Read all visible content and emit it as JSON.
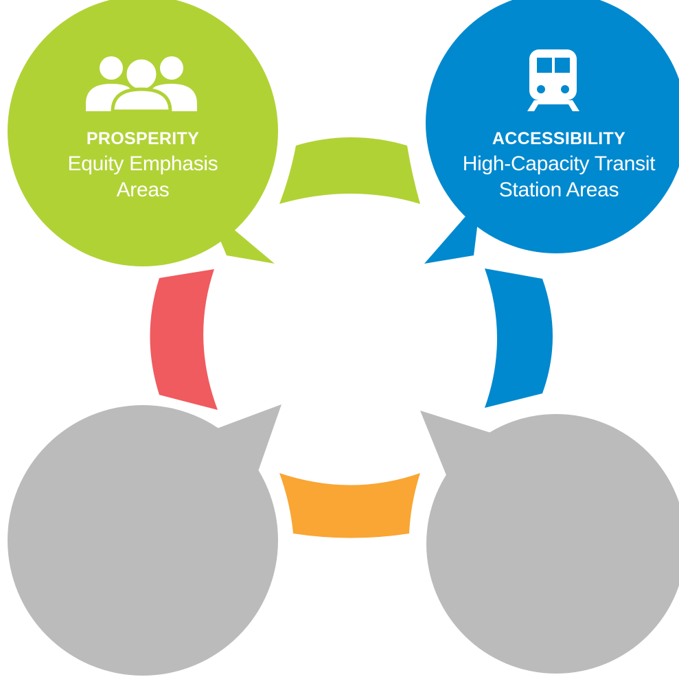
{
  "colors": {
    "prosperity": "#b1d235",
    "accessibility": "#0089cf",
    "left_arc": "#ef5b5f",
    "bottom_arc": "#f9a634",
    "inactive": "#bbbbbb",
    "text": "#ffffff"
  },
  "bubbles": {
    "prosperity": {
      "icon": "people-group-icon",
      "heading": "PROSPERITY",
      "lines": [
        "Equity Emphasis",
        "Areas"
      ]
    },
    "accessibility": {
      "icon": "train-icon",
      "heading": "ACCESSIBILITY",
      "lines": [
        "High-Capacity Transit",
        "Station Areas"
      ]
    }
  }
}
